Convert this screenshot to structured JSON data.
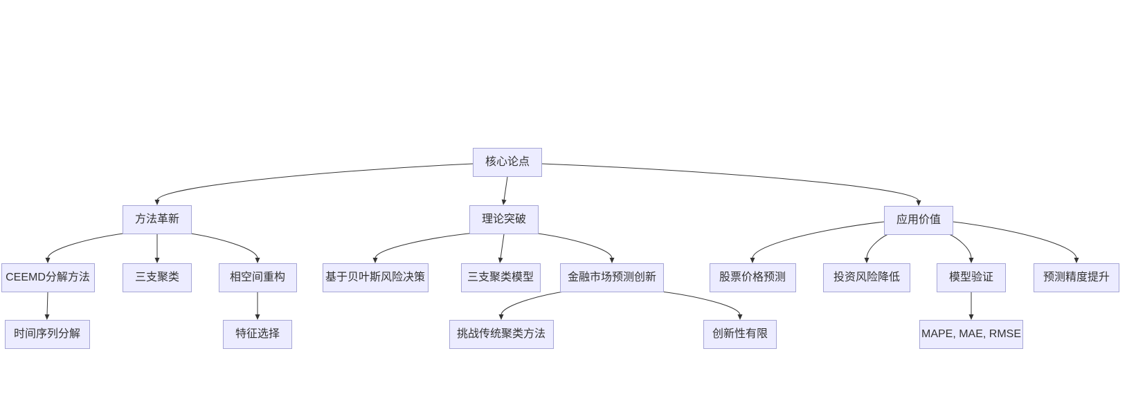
{
  "diagram": {
    "type": "flowchart-top-down",
    "background": "#ffffff",
    "node_fill": "#ECECFF",
    "node_border": "#a5a5d5",
    "edge_color": "#333333",
    "text_color": "#333333",
    "nodes": [
      {
        "id": "core",
        "label": "核心论点"
      },
      {
        "id": "method",
        "label": "方法革新"
      },
      {
        "id": "theory",
        "label": "理论突破"
      },
      {
        "id": "application",
        "label": "应用价值"
      },
      {
        "id": "ceemd",
        "label": "CEEMD分解方法"
      },
      {
        "id": "three-way",
        "label": "三支聚类"
      },
      {
        "id": "phase-space",
        "label": "相空间重构"
      },
      {
        "id": "bayes",
        "label": "基于贝叶斯风险决策"
      },
      {
        "id": "three-way-model",
        "label": "三支聚类模型"
      },
      {
        "id": "fin-innovation",
        "label": "金融市场预测创新"
      },
      {
        "id": "stock",
        "label": "股票价格预测"
      },
      {
        "id": "invest-risk",
        "label": "投资风险降低"
      },
      {
        "id": "model-validation",
        "label": "模型验证"
      },
      {
        "id": "precision",
        "label": "预测精度提升"
      },
      {
        "id": "time-series",
        "label": "时间序列分解"
      },
      {
        "id": "feature",
        "label": "特征选择"
      },
      {
        "id": "challenge",
        "label": "挑战传统聚类方法"
      },
      {
        "id": "limited",
        "label": "创新性有限"
      },
      {
        "id": "metrics",
        "label": "MAPE, MAE, RMSE"
      }
    ],
    "edges": [
      [
        "core",
        "method"
      ],
      [
        "core",
        "theory"
      ],
      [
        "core",
        "application"
      ],
      [
        "method",
        "ceemd"
      ],
      [
        "method",
        "three-way"
      ],
      [
        "method",
        "phase-space"
      ],
      [
        "theory",
        "bayes"
      ],
      [
        "theory",
        "three-way-model"
      ],
      [
        "theory",
        "fin-innovation"
      ],
      [
        "fin-innovation",
        "challenge"
      ],
      [
        "fin-innovation",
        "limited"
      ],
      [
        "application",
        "stock"
      ],
      [
        "application",
        "invest-risk"
      ],
      [
        "application",
        "model-validation"
      ],
      [
        "application",
        "precision"
      ],
      [
        "ceemd",
        "time-series"
      ],
      [
        "phase-space",
        "feature"
      ],
      [
        "model-validation",
        "metrics"
      ]
    ]
  }
}
